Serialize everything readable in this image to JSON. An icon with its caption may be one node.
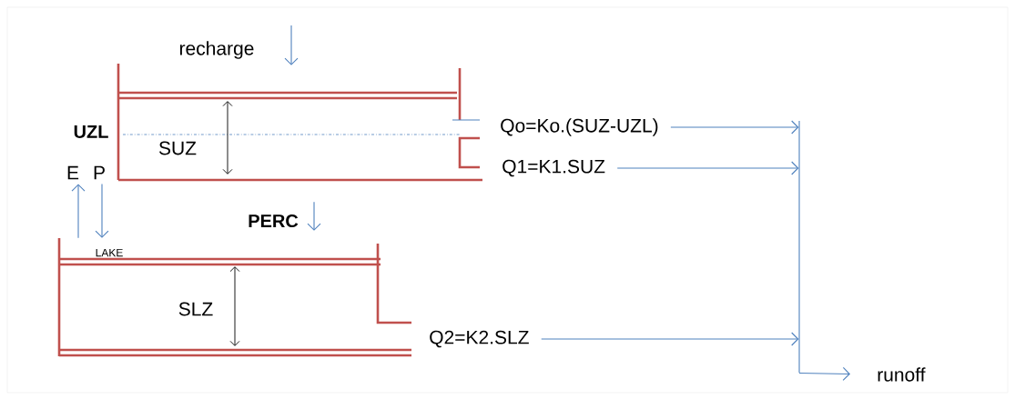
{
  "diagram": {
    "nodes": [
      {
        "text": [],
        "shape": "box"
      },
      {
        "text": [
          "Qo=Ko.(SUZ-UZL)"
        ]
      },
      {
        "text": [
          "Q1=K1.SUZ"
        ]
      },
      {
        "text": [],
        "shape": "box"
      },
      {
        "text": [
          "Q2=K2.SLZ"
        ]
      },
      {
        "text": [],
        "shape": "bar"
      },
      {
        "text": [
          "runoff"
        ]
      },
      {
        "text": [
          "E"
        ]
      },
      {
        "text": [
          "P"
        ]
      }
    ],
    "edges": [
      {
        "from": null,
        "to": 0,
        "arrow": "to",
        "label": "recharge"
      },
      {
        "from": 0,
        "to": 3,
        "arrow": "to",
        "label": "PERC"
      },
      {
        "from": 3,
        "to": 7,
        "arrow": "to"
      },
      {
        "from": 8,
        "to": 3,
        "arrow": "to"
      },
      {
        "from": 1,
        "to": 5,
        "arrow": "to"
      },
      {
        "from": 2,
        "to": 5,
        "arrow": "to"
      },
      {
        "from": 4,
        "to": 5,
        "arrow": "to"
      },
      {
        "from": 5,
        "to": 6,
        "arrow": "to"
      }
    ],
    "labels": [
      "UZL",
      "SUZ",
      "LAKE",
      "SLZ"
    ]
  }
}
